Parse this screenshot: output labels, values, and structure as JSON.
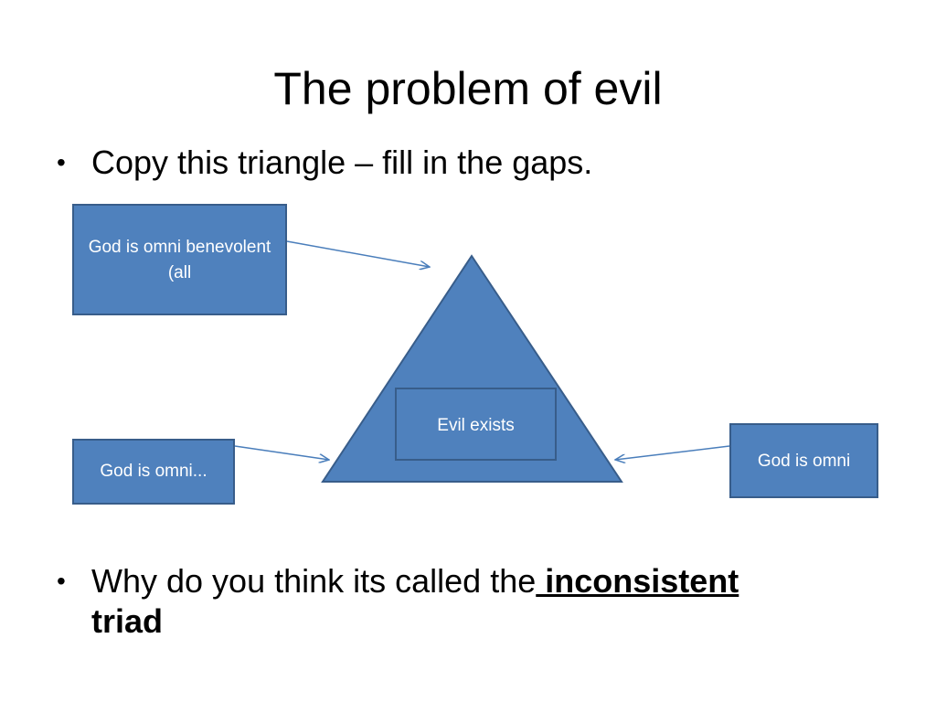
{
  "title": "The problem of evil",
  "bullets": {
    "first": "Copy this triangle – fill in the gaps.",
    "second_lead": "Why do you think its called the",
    "second_emph": " inconsistent",
    "second_tail": "triad"
  },
  "diagram": {
    "center_label": "Evil exists",
    "top_left_label": "God is omni benevolent (all",
    "bottom_left_label": "God is omni...",
    "right_label": "God is omni"
  },
  "colors": {
    "shape_fill": "#4f81bd",
    "shape_border": "#385d8a",
    "arrow": "#4a7ebb"
  }
}
